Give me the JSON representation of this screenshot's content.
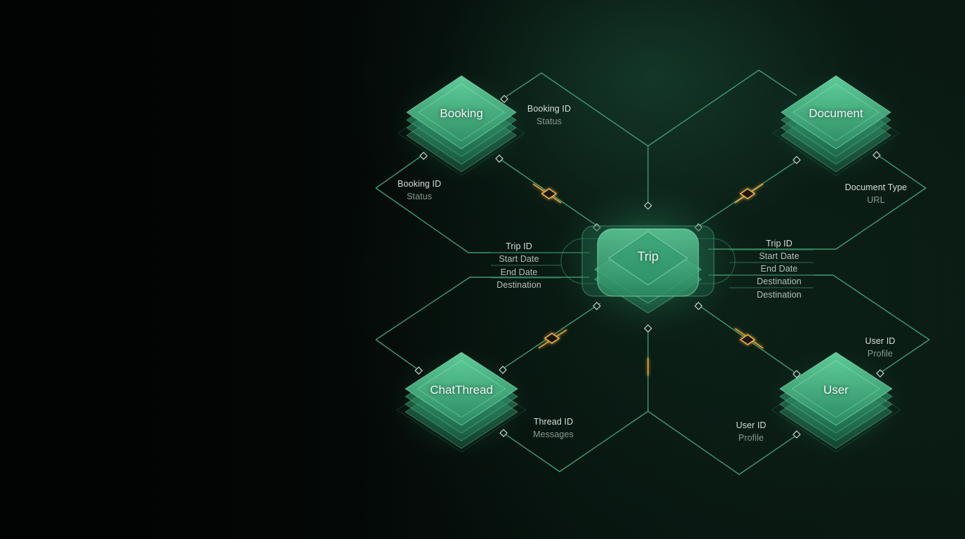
{
  "entities": {
    "trip": "Trip",
    "booking": "Booking",
    "document": "Document",
    "chatthread": "ChatThread",
    "user": "User"
  },
  "labels": {
    "booking_top": {
      "key": "Booking ID",
      "sub": "Status"
    },
    "booking_left": {
      "key": "Booking ID",
      "sub": "Status"
    },
    "document_right": {
      "key": "Document Type",
      "sub": "URL"
    },
    "trip_left": [
      "Trip ID",
      "Start Date",
      "End Date",
      "Destination"
    ],
    "trip_right": [
      "Trip ID",
      "Start Date",
      "End Date",
      "Destination",
      "Destination"
    ],
    "chat_right": {
      "key": "Thread ID",
      "sub": "Messages"
    },
    "user_right": {
      "key": "User ID",
      "sub": "Profile"
    },
    "user_left": {
      "key": "User ID",
      "sub": "Profile"
    }
  },
  "colors": {
    "line": "#3f9a70",
    "highlight": "#e9a93a",
    "entity": "#35a876",
    "entity_glow": "#4fd59a"
  }
}
